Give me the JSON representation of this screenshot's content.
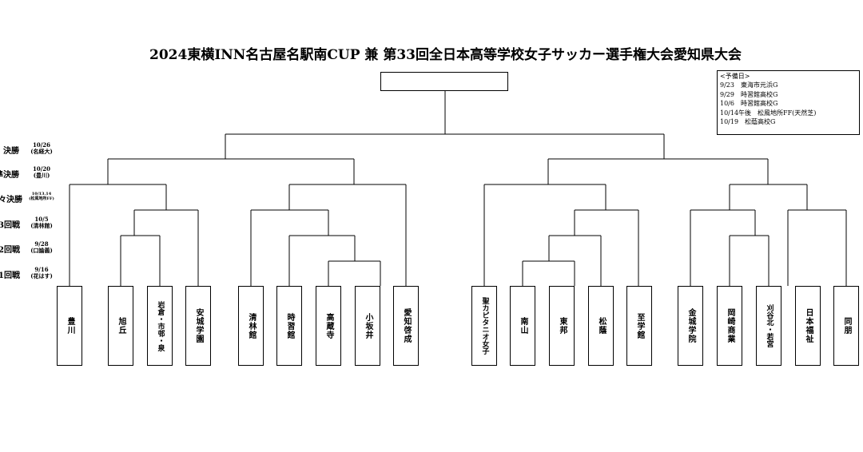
{
  "title": "2024東横INN名古屋名駅南CUP 兼 第33回全日本高等学校女子サッカー選手権大会愛知県大会",
  "reserve": {
    "header": "<予備日>",
    "lines": [
      "9/23　東海市元浜G",
      "9/29　時習館高校G",
      "10/6　時習館高校G",
      "10/14午後　松風地所FF(天然芝)",
      "10/19　松蔭高校G"
    ]
  },
  "rounds": [
    {
      "name": "決勝",
      "date1": "10/26",
      "date2": "(名経大)"
    },
    {
      "name": "準決勝",
      "date1": "10/20",
      "date2": "(豊川)"
    },
    {
      "name": "々決勝",
      "date1": "10/13.14",
      "date2": "(松風地所FF)"
    },
    {
      "name": "3回戦",
      "date1": "10/5",
      "date2": "(清林館)"
    },
    {
      "name": "2回戦",
      "date1": "9/28",
      "date2": "(口論義)"
    },
    {
      "name": "1回戦",
      "date1": "9/16",
      "date2": "(花はす)"
    }
  ],
  "teams": [
    "豊川",
    "旭丘",
    "岩倉・市邨・泉",
    "安城学園",
    "清林館",
    "時習館",
    "高蔵寺",
    "小坂井",
    "愛知啓成",
    "聖カピタニオ女子",
    "南山",
    "東邦",
    "松蔭",
    "至学館",
    "金城学院",
    "岡崎商業",
    "刈谷北・若宮",
    "日本福祉",
    "同朋"
  ]
}
